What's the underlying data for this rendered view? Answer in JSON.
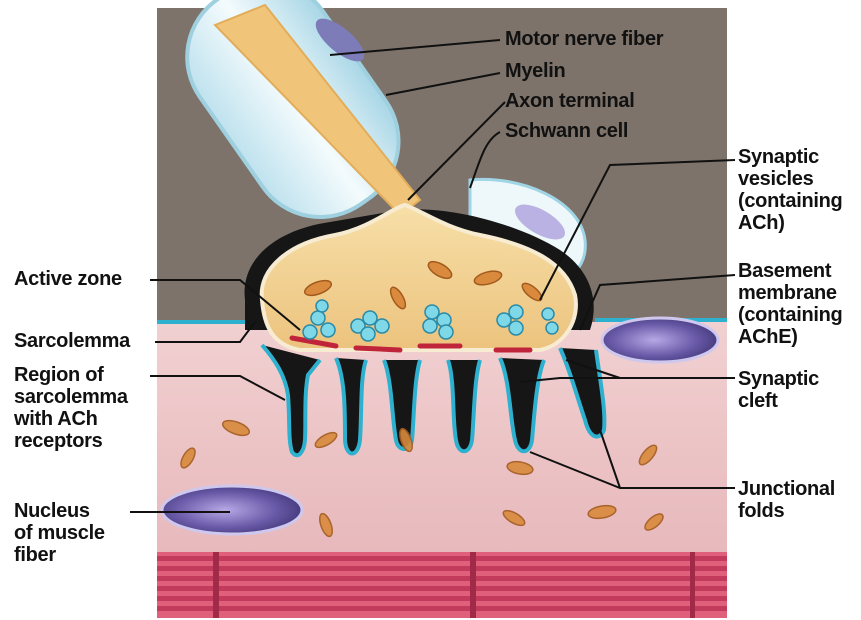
{
  "labels": {
    "motor_nerve_fiber": "Motor nerve fiber",
    "myelin": "Myelin",
    "axon_terminal": "Axon terminal",
    "schwann_cell": "Schwann cell",
    "synaptic_vesicles": "Synaptic\nvesicles\n(containing\nACh)",
    "basement_membrane": "Basement\nmembrane\n(containing\nAChE)",
    "synaptic_cleft": "Synaptic\ncleft",
    "junctional_folds": "Junctional\nfolds",
    "active_zone": "Active zone",
    "sarcolemma": "Sarcolemma",
    "region_receptors": "Region of\nsarcolemma\nwith ACh\nreceptors",
    "nucleus": "Nucleus\nof muscle\nfiber"
  },
  "colors": {
    "background": "#7d736a",
    "muscle": "#eec7c8",
    "axon": "#f2cf8e",
    "membrane": "#2eb0cf",
    "cleft": "#141414",
    "vesicle": "#7fd8e8",
    "active_zone": "#c0243a",
    "nucleus": "#6a5aa8",
    "mitochondria": "#d98a3c",
    "myofibril": "#d84a6a"
  }
}
